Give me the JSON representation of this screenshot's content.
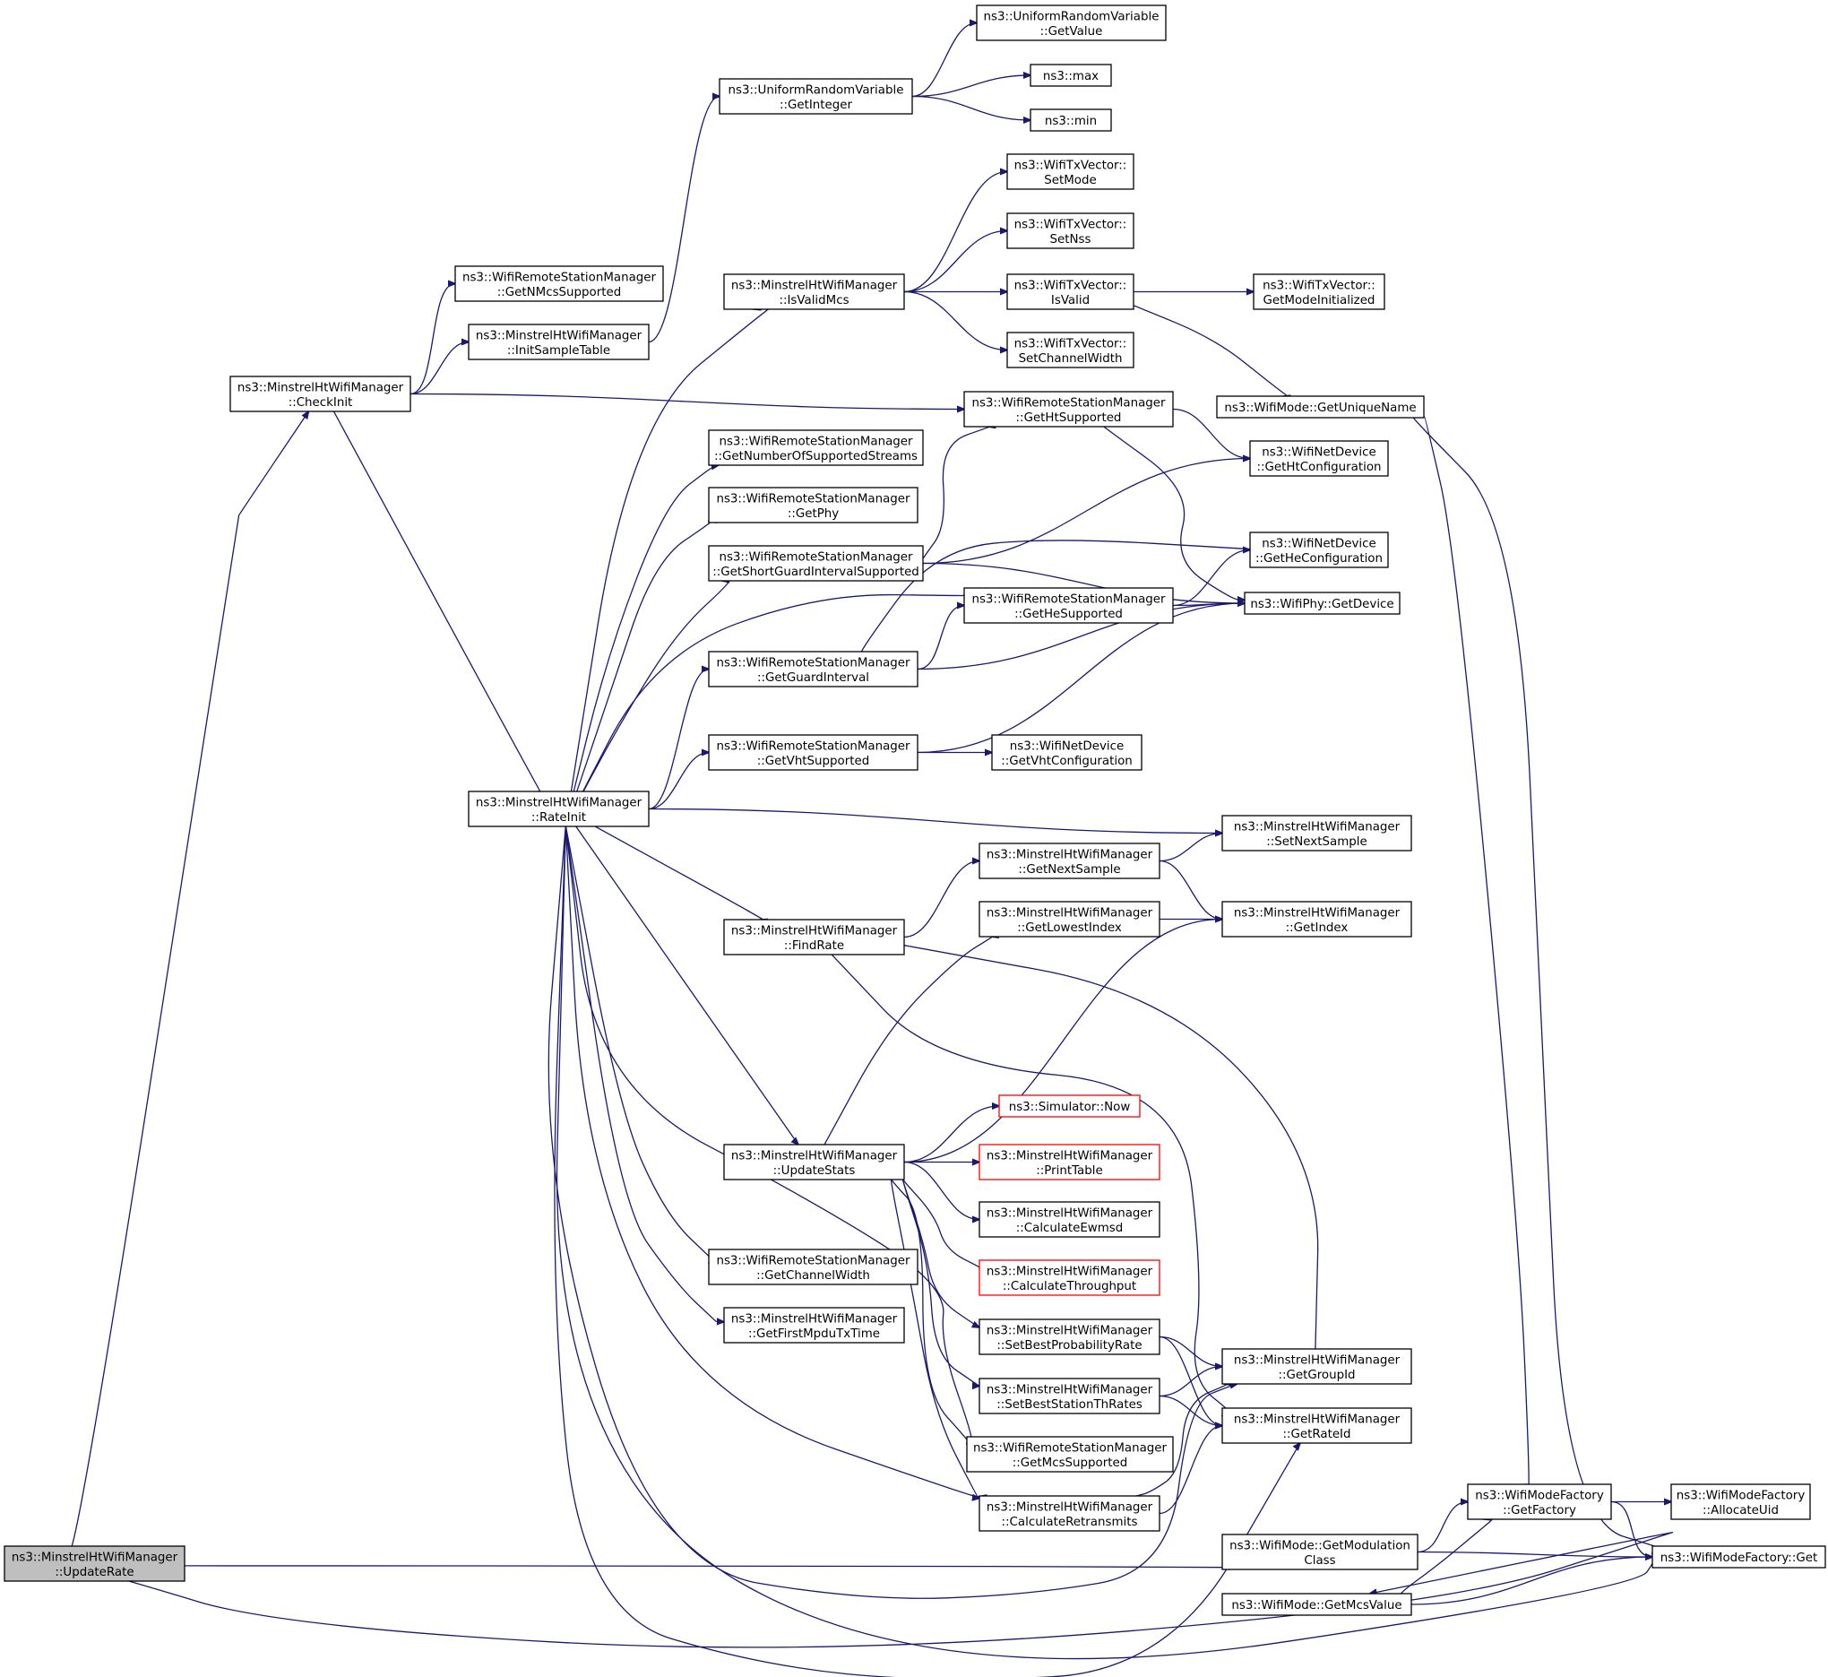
{
  "graph": {
    "title": "",
    "edge_color": "#191970",
    "root_fill": "#bfbfbf",
    "missing_doc_color": "#ff0000",
    "nodes": [
      {
        "id": "updateRate",
        "lines": [
          "ns3::MinstrelHtWifiManager",
          "::UpdateRate"
        ],
        "style": "root"
      },
      {
        "id": "checkInit",
        "lines": [
          "ns3::MinstrelHtWifiManager",
          "::CheckInit"
        ],
        "style": "normal"
      },
      {
        "id": "rateInit",
        "lines": [
          "ns3::MinstrelHtWifiManager",
          "::RateInit"
        ],
        "style": "normal"
      },
      {
        "id": "getNMcsSupported",
        "lines": [
          "ns3::WifiRemoteStationManager",
          "::GetNMcsSupported"
        ],
        "style": "normal"
      },
      {
        "id": "initSampleTable",
        "lines": [
          "ns3::MinstrelHtWifiManager",
          "::InitSampleTable"
        ],
        "style": "normal"
      },
      {
        "id": "getInteger",
        "lines": [
          "ns3::UniformRandomVariable",
          "::GetInteger"
        ],
        "style": "normal"
      },
      {
        "id": "getValue",
        "lines": [
          "ns3::UniformRandomVariable",
          "::GetValue"
        ],
        "style": "normal"
      },
      {
        "id": "max",
        "lines": [
          "ns3::max"
        ],
        "style": "normal"
      },
      {
        "id": "min",
        "lines": [
          "ns3::min"
        ],
        "style": "normal"
      },
      {
        "id": "isValidMcs",
        "lines": [
          "ns3::MinstrelHtWifiManager",
          "::IsValidMcs"
        ],
        "style": "normal"
      },
      {
        "id": "setMode",
        "lines": [
          "ns3::WifiTxVector::",
          "SetMode"
        ],
        "style": "normal"
      },
      {
        "id": "setNss",
        "lines": [
          "ns3::WifiTxVector::",
          "SetNss"
        ],
        "style": "normal"
      },
      {
        "id": "isValid",
        "lines": [
          "ns3::WifiTxVector::",
          "IsValid"
        ],
        "style": "normal"
      },
      {
        "id": "setChannelWidth",
        "lines": [
          "ns3::WifiTxVector::",
          "SetChannelWidth"
        ],
        "style": "normal"
      },
      {
        "id": "getModeInitialized",
        "lines": [
          "ns3::WifiTxVector::",
          "GetModeInitialized"
        ],
        "style": "normal"
      },
      {
        "id": "getUniqueName",
        "lines": [
          "ns3::WifiMode::GetUniqueName"
        ],
        "style": "normal"
      },
      {
        "id": "getHtSupported",
        "lines": [
          "ns3::WifiRemoteStationManager",
          "::GetHtSupported"
        ],
        "style": "normal"
      },
      {
        "id": "getNumberOfSupportedStreams",
        "lines": [
          "ns3::WifiRemoteStationManager",
          "::GetNumberOfSupportedStreams"
        ],
        "style": "normal"
      },
      {
        "id": "getPhy",
        "lines": [
          "ns3::WifiRemoteStationManager",
          "::GetPhy"
        ],
        "style": "normal"
      },
      {
        "id": "getShortGuardIntervalSupported",
        "lines": [
          "ns3::WifiRemoteStationManager",
          "::GetShortGuardIntervalSupported"
        ],
        "style": "normal"
      },
      {
        "id": "getHeSupported",
        "lines": [
          "ns3::WifiRemoteStationManager",
          "::GetHeSupported"
        ],
        "style": "normal"
      },
      {
        "id": "getGuardInterval",
        "lines": [
          "ns3::WifiRemoteStationManager",
          "::GetGuardInterval"
        ],
        "style": "normal"
      },
      {
        "id": "getVhtSupported",
        "lines": [
          "ns3::WifiRemoteStationManager",
          "::GetVhtSupported"
        ],
        "style": "normal"
      },
      {
        "id": "getHtConfiguration",
        "lines": [
          "ns3::WifiNetDevice",
          "::GetHtConfiguration"
        ],
        "style": "normal"
      },
      {
        "id": "getHeConfiguration",
        "lines": [
          "ns3::WifiNetDevice",
          "::GetHeConfiguration"
        ],
        "style": "normal"
      },
      {
        "id": "getDevice",
        "lines": [
          "ns3::WifiPhy::GetDevice"
        ],
        "style": "normal"
      },
      {
        "id": "getVhtConfiguration",
        "lines": [
          "ns3::WifiNetDevice",
          "::GetVhtConfiguration"
        ],
        "style": "normal"
      },
      {
        "id": "setNextSample",
        "lines": [
          "ns3::MinstrelHtWifiManager",
          "::SetNextSample"
        ],
        "style": "normal"
      },
      {
        "id": "getNextSample",
        "lines": [
          "ns3::MinstrelHtWifiManager",
          "::GetNextSample"
        ],
        "style": "normal"
      },
      {
        "id": "getLowestIndex",
        "lines": [
          "ns3::MinstrelHtWifiManager",
          "::GetLowestIndex"
        ],
        "style": "normal"
      },
      {
        "id": "getIndex",
        "lines": [
          "ns3::MinstrelHtWifiManager",
          "::GetIndex"
        ],
        "style": "normal"
      },
      {
        "id": "findRate",
        "lines": [
          "ns3::MinstrelHtWifiManager",
          "::FindRate"
        ],
        "style": "normal"
      },
      {
        "id": "simulatorNow",
        "lines": [
          "ns3::Simulator::Now"
        ],
        "style": "red"
      },
      {
        "id": "updateStats",
        "lines": [
          "ns3::MinstrelHtWifiManager",
          "::UpdateStats"
        ],
        "style": "normal"
      },
      {
        "id": "printTable",
        "lines": [
          "ns3::MinstrelHtWifiManager",
          "::PrintTable"
        ],
        "style": "red"
      },
      {
        "id": "calculateEwmsd",
        "lines": [
          "ns3::MinstrelHtWifiManager",
          "::CalculateEwmsd"
        ],
        "style": "normal"
      },
      {
        "id": "calculateThroughput",
        "lines": [
          "ns3::MinstrelHtWifiManager",
          "::CalculateThroughput"
        ],
        "style": "red"
      },
      {
        "id": "getChannelWidth",
        "lines": [
          "ns3::WifiRemoteStationManager",
          "::GetChannelWidth"
        ],
        "style": "normal"
      },
      {
        "id": "getFirstMpduTxTime",
        "lines": [
          "ns3::MinstrelHtWifiManager",
          "::GetFirstMpduTxTime"
        ],
        "style": "normal"
      },
      {
        "id": "setBestProbabilityRate",
        "lines": [
          "ns3::MinstrelHtWifiManager",
          "::SetBestProbabilityRate"
        ],
        "style": "normal"
      },
      {
        "id": "setBestStationThRates",
        "lines": [
          "ns3::MinstrelHtWifiManager",
          "::SetBestStationThRates"
        ],
        "style": "normal"
      },
      {
        "id": "getMcsSupported",
        "lines": [
          "ns3::WifiRemoteStationManager",
          "::GetMcsSupported"
        ],
        "style": "normal"
      },
      {
        "id": "calculateRetransmits",
        "lines": [
          "ns3::MinstrelHtWifiManager",
          "::CalculateRetransmits"
        ],
        "style": "normal"
      },
      {
        "id": "getGroupId",
        "lines": [
          "ns3::MinstrelHtWifiManager",
          "::GetGroupId"
        ],
        "style": "normal"
      },
      {
        "id": "getRateId",
        "lines": [
          "ns3::MinstrelHtWifiManager",
          "::GetRateId"
        ],
        "style": "normal"
      },
      {
        "id": "getModulationClass",
        "lines": [
          "ns3::WifiMode::GetModulation",
          "Class"
        ],
        "style": "normal"
      },
      {
        "id": "getMcsValue",
        "lines": [
          "ns3::WifiMode::GetMcsValue"
        ],
        "style": "normal"
      },
      {
        "id": "getFactory",
        "lines": [
          "ns3::WifiModeFactory",
          "::GetFactory"
        ],
        "style": "normal"
      },
      {
        "id": "allocateUid",
        "lines": [
          "ns3::WifiModeFactory",
          "::AllocateUid"
        ],
        "style": "normal"
      },
      {
        "id": "modeFactoryGet",
        "lines": [
          "ns3::WifiModeFactory::Get"
        ],
        "style": "normal"
      }
    ],
    "edges": [
      [
        "updateRate",
        "checkInit"
      ],
      [
        "updateRate",
        "getModulationClass"
      ],
      [
        "updateRate",
        "getMcsValue"
      ],
      [
        "checkInit",
        "getNMcsSupported"
      ],
      [
        "checkInit",
        "initSampleTable"
      ],
      [
        "checkInit",
        "getHtSupported"
      ],
      [
        "checkInit",
        "rateInit"
      ],
      [
        "initSampleTable",
        "getInteger"
      ],
      [
        "getInteger",
        "getValue"
      ],
      [
        "getInteger",
        "max"
      ],
      [
        "getInteger",
        "min"
      ],
      [
        "rateInit",
        "isValidMcs"
      ],
      [
        "rateInit",
        "getNumberOfSupportedStreams"
      ],
      [
        "rateInit",
        "getPhy"
      ],
      [
        "rateInit",
        "getShortGuardIntervalSupported"
      ],
      [
        "rateInit",
        "getHeSupported"
      ],
      [
        "rateInit",
        "getGuardInterval"
      ],
      [
        "rateInit",
        "getVhtSupported"
      ],
      [
        "rateInit",
        "setNextSample"
      ],
      [
        "rateInit",
        "findRate"
      ],
      [
        "rateInit",
        "updateStats"
      ],
      [
        "rateInit",
        "getChannelWidth"
      ],
      [
        "rateInit",
        "getFirstMpduTxTime"
      ],
      [
        "rateInit",
        "getMcsSupported"
      ],
      [
        "rateInit",
        "calculateRetransmits"
      ],
      [
        "rateInit",
        "getGroupId"
      ],
      [
        "rateInit",
        "getRateId"
      ],
      [
        "rateInit",
        "modeFactoryGet"
      ],
      [
        "isValidMcs",
        "setMode"
      ],
      [
        "isValidMcs",
        "setNss"
      ],
      [
        "isValidMcs",
        "isValid"
      ],
      [
        "isValidMcs",
        "setChannelWidth"
      ],
      [
        "isValid",
        "getModeInitialized"
      ],
      [
        "isValid",
        "getUniqueName"
      ],
      [
        "getUniqueName",
        "getFactory"
      ],
      [
        "getUniqueName",
        "modeFactoryGet"
      ],
      [
        "getHtSupported",
        "getHtConfiguration"
      ],
      [
        "getHtSupported",
        "getDevice"
      ],
      [
        "getShortGuardIntervalSupported",
        "getHtSupported"
      ],
      [
        "getShortGuardIntervalSupported",
        "getHtConfiguration"
      ],
      [
        "getShortGuardIntervalSupported",
        "getDevice"
      ],
      [
        "getHeSupported",
        "getHeConfiguration"
      ],
      [
        "getHeSupported",
        "getDevice"
      ],
      [
        "getGuardInterval",
        "getHeConfiguration"
      ],
      [
        "getGuardInterval",
        "getHeSupported"
      ],
      [
        "getGuardInterval",
        "getDevice"
      ],
      [
        "getVhtSupported",
        "getDevice"
      ],
      [
        "getVhtSupported",
        "getVhtConfiguration"
      ],
      [
        "findRate",
        "getNextSample"
      ],
      [
        "findRate",
        "getGroupId"
      ],
      [
        "findRate",
        "getRateId"
      ],
      [
        "getNextSample",
        "setNextSample"
      ],
      [
        "getNextSample",
        "getIndex"
      ],
      [
        "getLowestIndex",
        "getIndex"
      ],
      [
        "updateStats",
        "getLowestIndex"
      ],
      [
        "updateStats",
        "getIndex"
      ],
      [
        "updateStats",
        "simulatorNow"
      ],
      [
        "updateStats",
        "printTable"
      ],
      [
        "updateStats",
        "calculateEwmsd"
      ],
      [
        "updateStats",
        "calculateThroughput"
      ],
      [
        "updateStats",
        "setBestProbabilityRate"
      ],
      [
        "updateStats",
        "setBestStationThRates"
      ],
      [
        "updateStats",
        "getMcsSupported"
      ],
      [
        "updateStats",
        "calculateRetransmits"
      ],
      [
        "setBestProbabilityRate",
        "getGroupId"
      ],
      [
        "setBestProbabilityRate",
        "getRateId"
      ],
      [
        "setBestStationThRates",
        "getGroupId"
      ],
      [
        "setBestStationThRates",
        "getRateId"
      ],
      [
        "calculateRetransmits",
        "getGroupId"
      ],
      [
        "calculateRetransmits",
        "getRateId"
      ],
      [
        "getModulationClass",
        "getFactory"
      ],
      [
        "getModulationClass",
        "modeFactoryGet"
      ],
      [
        "getMcsValue",
        "getFactory"
      ],
      [
        "getMcsValue",
        "modeFactoryGet"
      ],
      [
        "getFactory",
        "allocateUid"
      ],
      [
        "getFactory",
        "modeFactoryGet"
      ]
    ]
  }
}
